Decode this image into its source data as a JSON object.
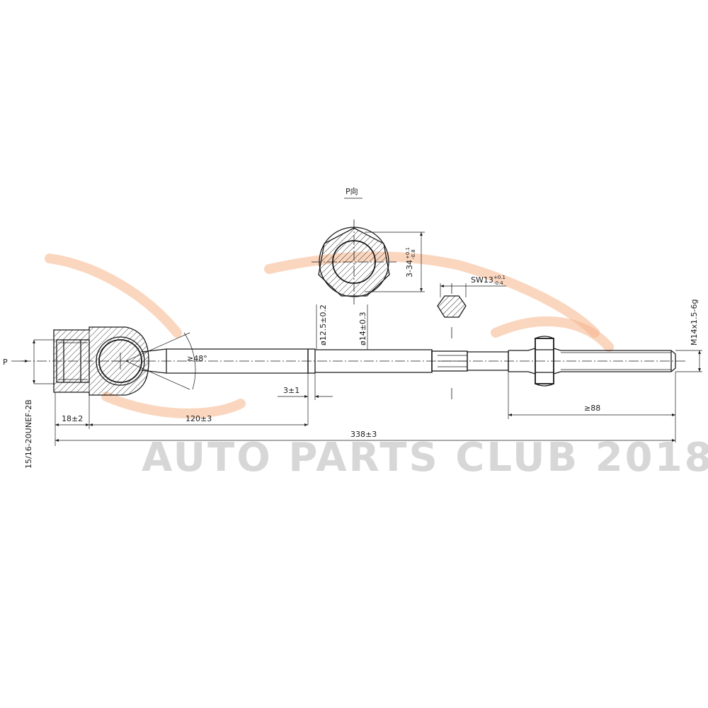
{
  "view_label": "P向",
  "arrow_label": "P",
  "dimensions": {
    "angle": "≥48°",
    "inner_thread": "15/16-20UNEF-2B",
    "socket_length": "18±2",
    "ball_to_step": "120±3",
    "total_length": "338±3",
    "step_width": "3±1",
    "diameter_12_5": "ø12.5±0.2",
    "diameter_14": "ø14±0.3",
    "thread_min_length": "≥88",
    "outer_thread": "M14x1.5-6g",
    "hex_size_main": "3-34",
    "hex_tol_upper": "+0.1",
    "hex_tol_lower": "-0.8",
    "flat_size_main": "SW13",
    "flat_tol_upper": "+0.1",
    "flat_tol_lower": "-0.4"
  },
  "watermark": "AUTO PARTS CLUB 2018",
  "colors": {
    "line": "#1a1a1a",
    "watermark_text": "#c9c9c9",
    "logo_swoosh": "#f6b48a"
  }
}
